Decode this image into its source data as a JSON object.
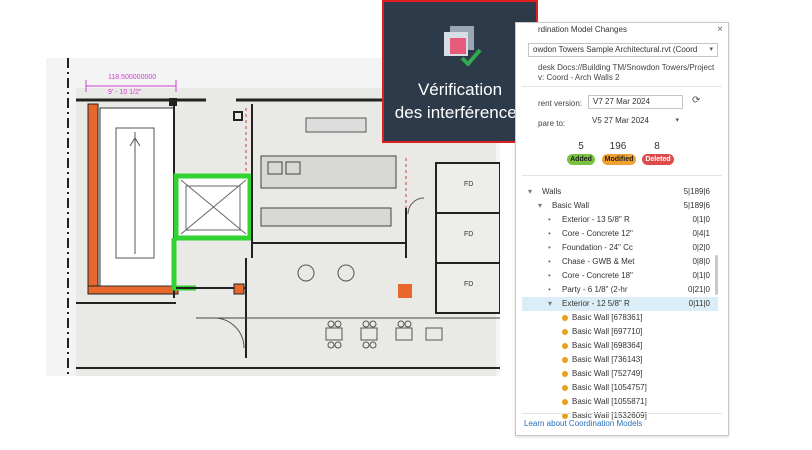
{
  "plan": {
    "dim_top": "118.500000000",
    "dim_bottom": "9' - 10 1/2\"",
    "fd_labels": [
      "FD",
      "FD",
      "FD"
    ]
  },
  "tool": {
    "label_line1": "Vérification",
    "label_line2": "des interférences",
    "icon": "clash-check-icon"
  },
  "panel": {
    "title": "rdination Model Changes",
    "model_file": "owdon Towers Sample Architectural.rvt (Coord",
    "path_line1": "desk Docs://Building TM/Snowdon Towers/Project",
    "path_line2": "v: Coord - Arch Walls 2",
    "current_label": "rent version:",
    "current_value": "V7 27 Mar 2024",
    "compare_label": "pare to:",
    "compare_value": "V5 27 Mar 2024",
    "stats": [
      {
        "count": "5",
        "label": "Added",
        "color": "#7ac142"
      },
      {
        "count": "196",
        "label": "Modified",
        "color": "#f0a030"
      },
      {
        "count": "8",
        "label": "Deleted",
        "color": "#e04a4a"
      }
    ],
    "tree": [
      {
        "label": "Walls",
        "counts": "5|189|6",
        "level": 0,
        "marker": "▾"
      },
      {
        "label": "Basic Wall",
        "counts": "5|189|6",
        "level": 1,
        "marker": "▾"
      },
      {
        "label": "Exterior - 13 5/8\" R",
        "counts": "0|1|0",
        "level": 2,
        "marker": "▸"
      },
      {
        "label": "Core - Concrete 12\"",
        "counts": "0|4|1",
        "level": 2,
        "marker": "▸"
      },
      {
        "label": "Foundation - 24\" Cc",
        "counts": "0|2|0",
        "level": 2,
        "marker": "▸"
      },
      {
        "label": "Chase - GWB & Met",
        "counts": "0|8|0",
        "level": 2,
        "marker": "▸"
      },
      {
        "label": "Core - Concrete 18\"",
        "counts": "0|1|0",
        "level": 2,
        "marker": "▸"
      },
      {
        "label": "Party - 6 1/8\" (2-hr",
        "counts": "0|21|0",
        "level": 2,
        "marker": "▸"
      },
      {
        "label": "Exterior - 12 5/8\" R",
        "counts": "0|11|0",
        "level": 2,
        "marker": "▾",
        "selected": true
      },
      {
        "label": "Basic Wall [678361]",
        "counts": "",
        "level": 3,
        "marker": "dot"
      },
      {
        "label": "Basic Wall [697710]",
        "counts": "",
        "level": 3,
        "marker": "dot"
      },
      {
        "label": "Basic Wall [698364]",
        "counts": "",
        "level": 3,
        "marker": "dot"
      },
      {
        "label": "Basic Wall [736143]",
        "counts": "",
        "level": 3,
        "marker": "dot"
      },
      {
        "label": "Basic Wall [752749]",
        "counts": "",
        "level": 3,
        "marker": "dot"
      },
      {
        "label": "Basic Wall [1054757]",
        "counts": "",
        "level": 3,
        "marker": "dot"
      },
      {
        "label": "Basic Wall [1055871]",
        "counts": "",
        "level": 3,
        "marker": "dot"
      },
      {
        "label": "Basic Wall [1532609]",
        "counts": "",
        "level": 3,
        "marker": "dot"
      }
    ],
    "learn_link": "Learn about Coordination Models"
  }
}
